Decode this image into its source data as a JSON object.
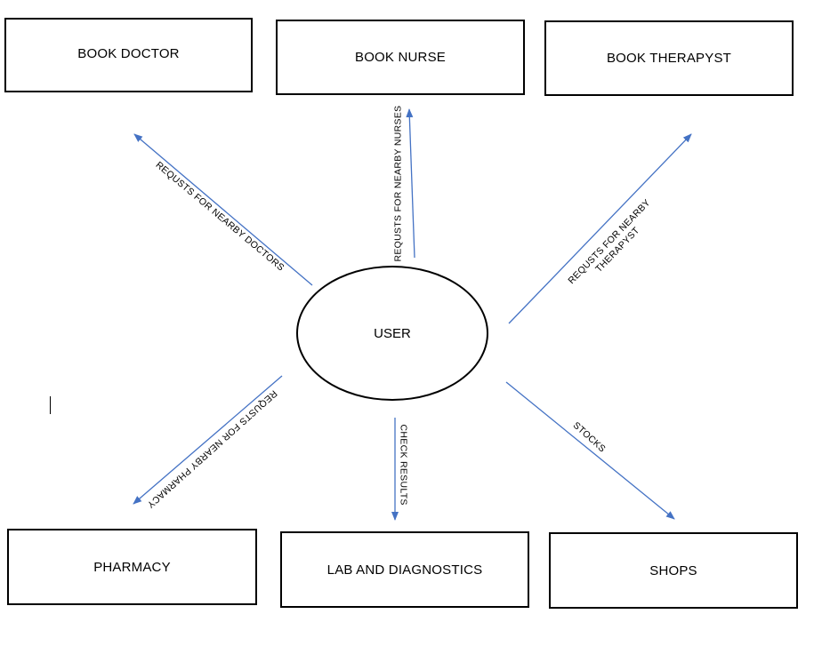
{
  "boxes": {
    "book_doctor": "BOOK DOCTOR",
    "book_nurse": "BOOK NURSE",
    "book_therapist": "BOOK THERAPYST",
    "pharmacy": "PHARMACY",
    "lab": "LAB AND DIAGNOSTICS",
    "shops": "SHOPS"
  },
  "center": "USER",
  "edges": {
    "doctors": "REQUSTS  FOR  NEARBY  DOCTORS",
    "nurses": "REQUSTS  FOR NEARBY  NURSES",
    "therapist_line1": "REQUSTS  FOR NEARBY",
    "therapist_line2": "THERAPYST",
    "pharmacy": "REQUSTS  FOR NEARBY  PHARMACY",
    "results": "CHECK  RESULTS",
    "stocks": "STOCKS"
  },
  "colors": {
    "arrow": "#4472c4"
  }
}
